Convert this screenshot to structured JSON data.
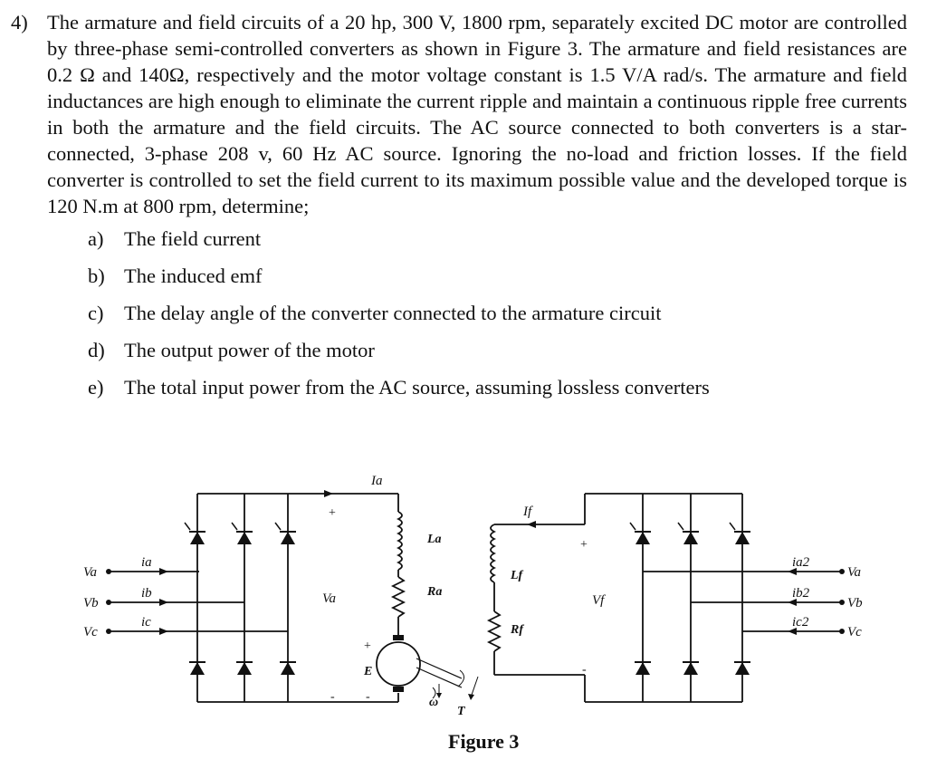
{
  "question": {
    "number": "4)",
    "text": "The armature and field circuits of a 20 hp, 300 V, 1800 rpm, separately excited DC motor are controlled by three-phase semi-controlled converters as shown in Figure 3. The armature and field resistances are 0.2 Ω and 140Ω, respectively and the motor voltage constant is 1.5 V/A rad/s. The armature and field inductances are high enough to eliminate the current ripple and maintain a continuous ripple free currents in both the armature and the field circuits. The AC source connected to both converters is a star-connected, 3-phase 208 v, 60 Hz AC source. Ignoring the no-load and friction losses. If the field converter is controlled to set the field current to its maximum possible value and the developed torque is 120 N.m at 800 rpm, determine;",
    "parts": [
      {
        "label": "a)",
        "text": "The field current"
      },
      {
        "label": "b)",
        "text": "The induced emf"
      },
      {
        "label": "c)",
        "text": "The delay angle of the converter connected to the armature circuit"
      },
      {
        "label": "d)",
        "text": "The output power of the motor"
      },
      {
        "label": "e)",
        "text": "The total input power from the AC source, assuming lossless converters"
      }
    ]
  },
  "figure": {
    "caption": "Figure 3",
    "left_inputs": [
      "Va",
      "Vb",
      "Vc"
    ],
    "left_currents": [
      "ia",
      "ib",
      "ic"
    ],
    "right_inputs": [
      "Va",
      "Vb",
      "Vc"
    ],
    "right_currents": [
      "ia2",
      "ib2",
      "ic2"
    ],
    "armature_current": "Ia",
    "armature_voltage": "Va",
    "armature_inductance": "La",
    "armature_resistance": "Ra",
    "emf": "E",
    "speed": "ω",
    "torque": "T",
    "field_current": "If",
    "field_inductance": "Lf",
    "field_resistance": "Rf",
    "field_voltage": "Vf",
    "plus": "+",
    "minus": "-"
  }
}
